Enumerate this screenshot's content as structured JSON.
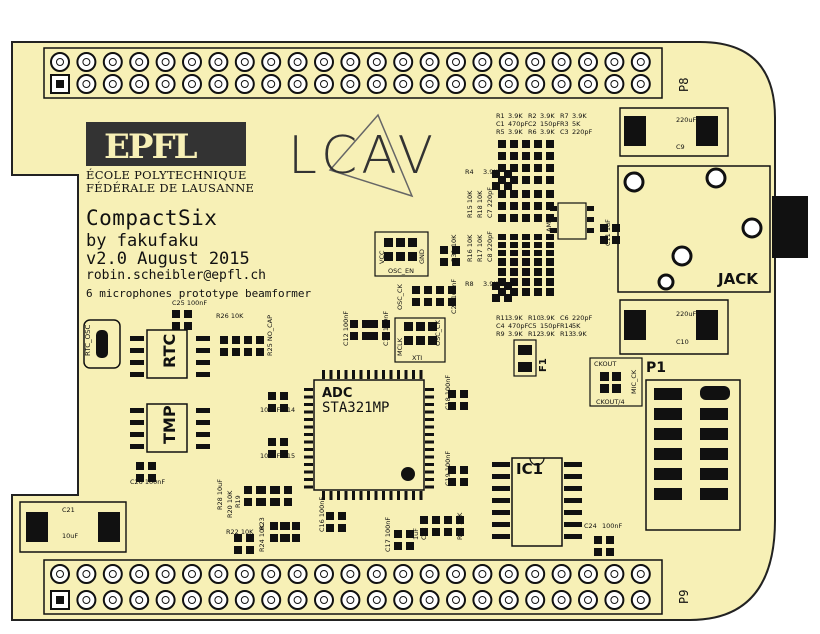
{
  "board": {
    "name": "CompactSix",
    "author": "by fakufaku",
    "version": "v2.0 August 2015",
    "email": "robin.scheibler@epfl.ch",
    "description": "6 microphones prototype beamformer"
  },
  "logos": {
    "epfl_mark": "EPFL",
    "epfl_line1": "ÉCOLE POLYTECHNIQUE",
    "epfl_line2": "FÉDÉRALE DE LAUSANNE",
    "lcav": "LCAV"
  },
  "headers": {
    "top": "P8",
    "bottom": "P9"
  },
  "chips": {
    "rtc": "RTC",
    "tmp": "TMP",
    "adc_label": "ADC",
    "adc_part": "STA321MP",
    "ic1": "IC1",
    "amp": "AMP",
    "jack": "JACK",
    "p1": "P1",
    "f1": "F1",
    "rtc_osc": "RTC_OSC"
  },
  "jumpers": {
    "osc_en": "OSC_EN",
    "vcc": "VCC",
    "gnd": "GND",
    "osc_ck": "OSC_CK",
    "mclk": "MCLK",
    "xti": "XTI",
    "ckout": "CKOUT",
    "mic_ck": "MIC_CK",
    "ckout4": "CKOUT/4"
  },
  "components": {
    "c21": "C21",
    "c21v": "10uF",
    "c9": "C9",
    "c9v": "220uF",
    "c10": "C10",
    "c10v": "220uF",
    "c11": "C11 1uF",
    "c25": "C25 100nF",
    "c26": "C26 100nF",
    "c14": "100nF C14",
    "c15": "100nF C15",
    "c12": "C12 100nF",
    "c13": "C13 100nF",
    "c18": "C18 100nF",
    "c19": "C19 100nF",
    "c16": "C16 100nF",
    "c17": "C17 100nF",
    "c22": "C22",
    "c22v": "1uF",
    "c23": "C23 100nF",
    "c24": "C24",
    "c24v": "100nF",
    "r26": "R26 10K",
    "r25": "R25 NO_CAP",
    "r31": "R31 10K",
    "r20": "R20 10K",
    "r19": "R19",
    "r28": "R28 10uF",
    "r22": "R22 10K",
    "r23": "R23",
    "r24": "R24 10K",
    "r21": "R21 10K",
    "r4": "R4",
    "r4v": "3.9K",
    "r8": "R8",
    "r8v": "3.9K",
    "r15": "R15 10K",
    "r18": "R18 10K",
    "c7": "C7 220pF",
    "r16": "R16 10K",
    "r17": "R17 10K",
    "c8": "C8 220pF"
  },
  "value_table_top": [
    [
      "R1",
      "3.9K",
      "R2",
      "3.9K",
      "R7",
      "3.9K"
    ],
    [
      "C1",
      "470pF",
      "C2",
      "150pF",
      "R3",
      "5K"
    ],
    [
      "R5",
      "3.9K",
      "R6",
      "3.9K",
      "C3",
      "220pF"
    ]
  ],
  "value_table_bottom": [
    [
      "R11",
      "3.9K",
      "R10",
      "3.9K",
      "C6",
      "220pF"
    ],
    [
      "C4",
      "470pF",
      "C5",
      "150pF",
      "R14",
      "5K"
    ],
    [
      "R9",
      "3.9K",
      "R12",
      "3.9K",
      "R13",
      "3.9K"
    ]
  ],
  "colors": {
    "board": "#f7f0b6",
    "outline": "#222222",
    "pad": "#111111",
    "silkscreen": "#111111",
    "jack_barrel": "#111111"
  }
}
